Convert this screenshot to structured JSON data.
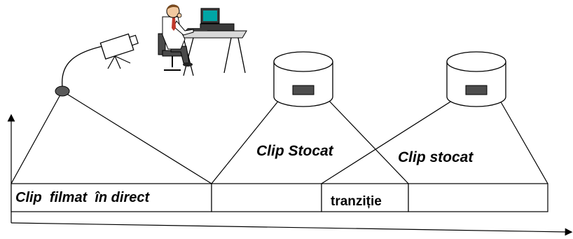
{
  "timeline": {
    "segments": [
      {
        "label": "Clip  filmat  în direct"
      },
      {
        "label": ""
      },
      {
        "label": "tranziție"
      },
      {
        "label": ""
      }
    ]
  },
  "sources": {
    "live_camera": {
      "icon": "video-camera-icon"
    },
    "operator": {
      "icon": "person-at-computer-icon"
    },
    "storage_1": {
      "icon": "disk-storage-icon",
      "label": "Clip Stocat"
    },
    "storage_2": {
      "icon": "disk-storage-icon",
      "label": "Clip stocat"
    }
  },
  "colors": {
    "stroke": "#000000",
    "disk_slot": "#4d4d4d",
    "camera_node": "#595959",
    "shirt": "#ffffff",
    "trousers": "#4a4a4a",
    "skin": "#f2c9a0",
    "hair": "#7a4a1e",
    "tie": "#c0392b",
    "monitor_screen": "#00a6a6",
    "computer_body": "#3a3a3a",
    "chair": "#4a4a4a",
    "desk": "#d9d9d9"
  }
}
